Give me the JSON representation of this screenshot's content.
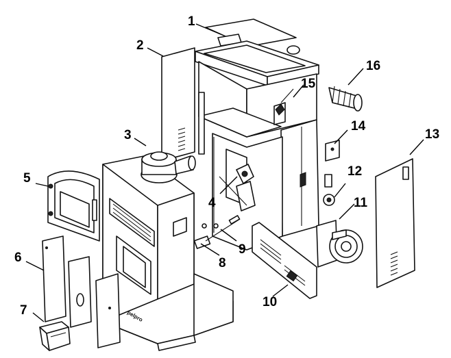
{
  "diagram": {
    "callouts": [
      {
        "id": "1",
        "label": "1"
      },
      {
        "id": "2",
        "label": "2"
      },
      {
        "id": "3",
        "label": "3"
      },
      {
        "id": "4",
        "label": "4"
      },
      {
        "id": "5",
        "label": "5"
      },
      {
        "id": "6",
        "label": "6"
      },
      {
        "id": "7",
        "label": "7"
      },
      {
        "id": "8",
        "label": "8"
      },
      {
        "id": "9",
        "label": "9"
      },
      {
        "id": "10",
        "label": "10"
      },
      {
        "id": "11",
        "label": "11"
      },
      {
        "id": "12",
        "label": "12"
      },
      {
        "id": "13",
        "label": "13"
      },
      {
        "id": "14",
        "label": "14"
      },
      {
        "id": "15",
        "label": "15"
      },
      {
        "id": "16",
        "label": "16"
      }
    ],
    "logo_text": "pelpro",
    "line_color": "#111111",
    "background_color": "#ffffff"
  }
}
